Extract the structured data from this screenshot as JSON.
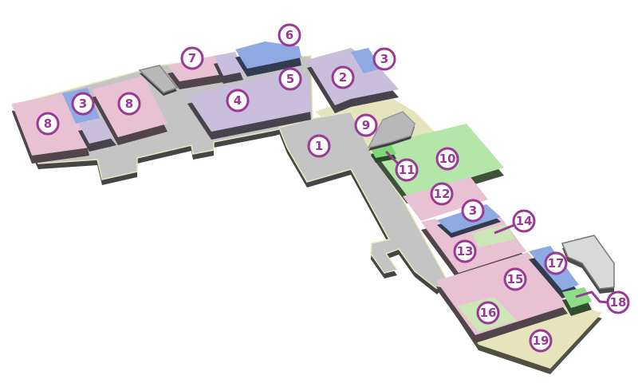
{
  "title": "Floor map",
  "colors": {
    "corridor": "#c4c4c4",
    "open_area": "#e6e4bc",
    "pink_room": "#e8c1d3",
    "lavender_room": "#c9bedc",
    "blue_room": "#8faae2",
    "green_room": "#b3e6a8",
    "light_green": "#cde6b8",
    "marker": "#9b3996",
    "edge": "#e9e9c0",
    "stairs": "#b8b8b8"
  },
  "markers": {
    "m1": "1",
    "m2": "2",
    "m3a": "3",
    "m3b": "3",
    "m3c": "3",
    "m4": "4",
    "m5": "5",
    "m6": "6",
    "m7": "7",
    "m8a": "8",
    "m8b": "8",
    "m9": "9",
    "m10": "10",
    "m11": "11",
    "m12": "12",
    "m13": "13",
    "m14": "14",
    "m15": "15",
    "m16": "16",
    "m17": "17",
    "m18": "18",
    "m19": "19"
  }
}
